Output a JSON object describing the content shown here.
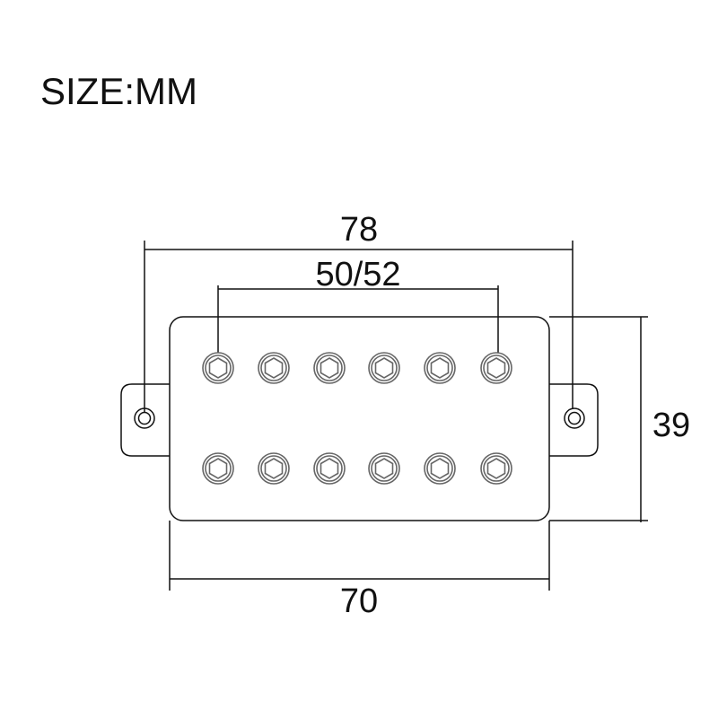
{
  "title": "SIZE:MM",
  "dimensions": {
    "overall_width": "78",
    "pole_spacing": "50/52",
    "height": "39",
    "body_width": "70"
  },
  "pole_rows": 2,
  "poles_per_row": 6
}
